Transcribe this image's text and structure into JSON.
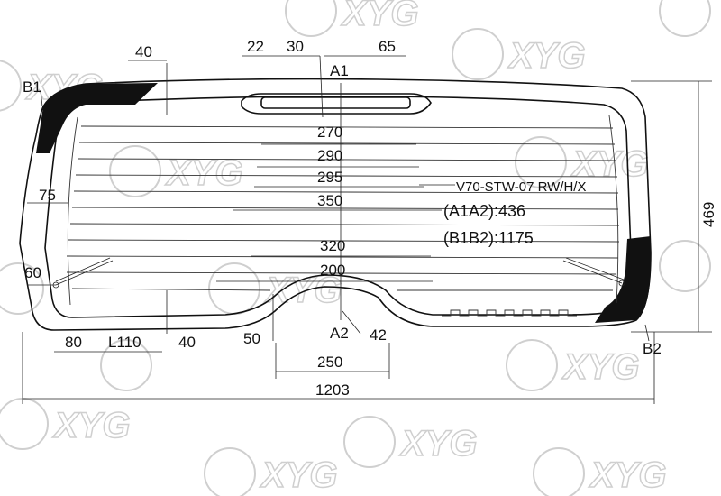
{
  "watermark": {
    "text": "XYG"
  },
  "model_code": "V70-STW-07 RW/H/X",
  "specs": [
    {
      "label": "(A1A2):436"
    },
    {
      "label": "(B1B2):1175"
    }
  ],
  "points": {
    "a1": "A1",
    "a2": "A2",
    "b1": "B1",
    "b2": "B2"
  },
  "dims": {
    "d40_top": "40",
    "d22": "22",
    "d30": "30",
    "d65": "65",
    "d270": "270",
    "d290": "290",
    "d295": "295",
    "d350": "350",
    "d75": "75",
    "d320": "320",
    "d200": "200",
    "d60": "60",
    "d80": "80",
    "l110": "L110",
    "d40_bottom": "40",
    "d50": "50",
    "d42": "42",
    "d250": "250",
    "d1203": "1203",
    "d469": "469"
  },
  "colors": {
    "line": "#111111",
    "watermark": "#cfcfcf",
    "ceramic": "#111111"
  }
}
